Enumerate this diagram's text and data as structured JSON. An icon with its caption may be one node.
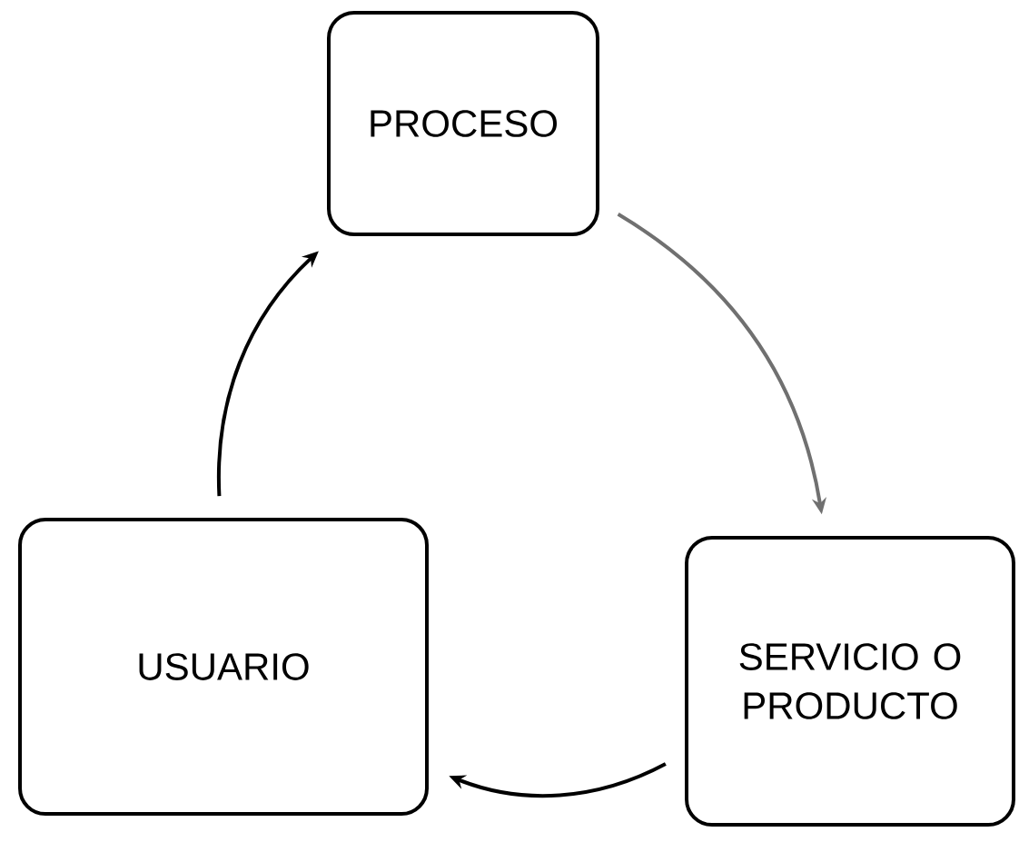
{
  "diagram": {
    "nodes": [
      {
        "text": [
          "PROCESO"
        ]
      },
      {
        "text": [
          "SERVICIO O PRODUCTO"
        ]
      },
      {
        "text": [
          "USUARIO"
        ]
      }
    ],
    "edges": [
      {
        "from": 0,
        "to": 1,
        "arrow": "to",
        "color": "#707070"
      },
      {
        "from": 1,
        "to": 2,
        "arrow": "to"
      },
      {
        "from": 2,
        "to": 0,
        "arrow": "to"
      }
    ]
  }
}
